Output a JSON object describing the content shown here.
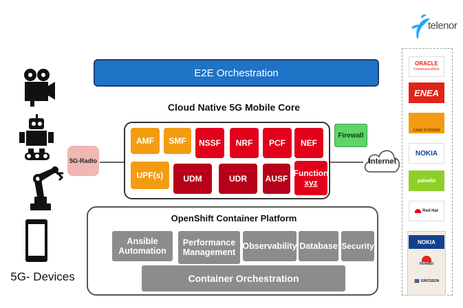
{
  "header": {
    "brand": "telenor"
  },
  "orchestration": {
    "label": "E2E Orchestration"
  },
  "core": {
    "title": "Cloud Native 5G Mobile Core",
    "functions": [
      "AMF",
      "SMF",
      "NSSF",
      "NRF",
      "PCF",
      "NEF",
      "UPF(s)",
      "UDM",
      "UDR",
      "AUSF"
    ],
    "custom_function_line1": "Function",
    "custom_function_line2": "xyz"
  },
  "firewall": {
    "label": "Firewall"
  },
  "internet": {
    "label": "Internet"
  },
  "radio": {
    "label": "5G-Radio"
  },
  "platform": {
    "title": "OpenShift Container Platform",
    "components": [
      {
        "line1": "Ansible",
        "line2": "Automation"
      },
      {
        "line1": "Performance",
        "line2": "Management"
      },
      {
        "line1": "Observability"
      },
      {
        "line1": "Database"
      },
      {
        "line1": "Security"
      }
    ],
    "orchestration": "Container Orchestration"
  },
  "devices": {
    "label": "5G- Devices"
  },
  "vendors": {
    "oracle": "ORACLE",
    "oracle_sub": "Communications",
    "enea": "ENEA",
    "casa": "CASA SYSTEMS",
    "nokia": "NOKIA",
    "paloalto": "paloalto",
    "redhat": "Red Hat",
    "nokia2": "NOKIA",
    "huawei": "HUAWEI",
    "ericsson": "ERICSSON"
  }
}
